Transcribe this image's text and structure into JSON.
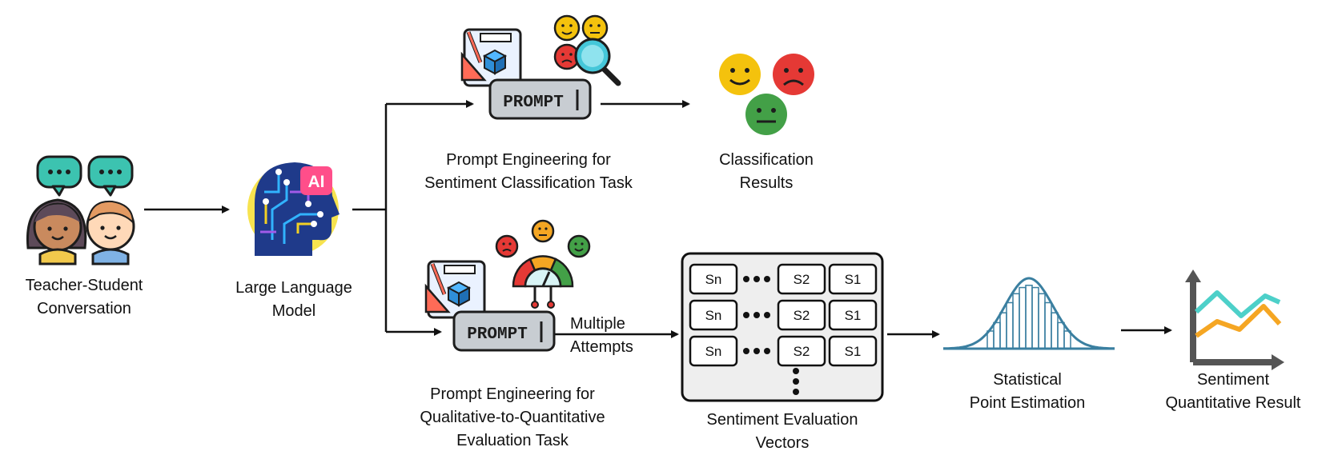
{
  "labels": {
    "conversation": [
      "Teacher-Student",
      "Conversation"
    ],
    "llm": [
      "Large Language",
      "Model"
    ],
    "prompt_classification": [
      "Prompt Engineering for",
      "Sentiment Classification Task"
    ],
    "classification_results": [
      "Classification",
      "Results"
    ],
    "prompt_evaluation": [
      "Prompt Engineering for",
      "Qualitative-to-Quantitative",
      "Evaluation Task"
    ],
    "multiple_attempts": [
      "Multiple",
      "Attempts"
    ],
    "vectors": [
      "Sentiment Evaluation",
      "Vectors"
    ],
    "statistical": [
      "Statistical",
      "Point Estimation"
    ],
    "quantitative": [
      "Sentiment",
      "Quantitative Result"
    ]
  },
  "icons": {
    "ai_badge": "AI",
    "prompt_text": "PROMPT"
  },
  "matrix": {
    "rows": [
      [
        "Sn",
        "S2",
        "S1"
      ],
      [
        "Sn",
        "S2",
        "S1"
      ],
      [
        "Sn",
        "S2",
        "S1"
      ]
    ]
  },
  "colors": {
    "happy": "#f4c20d",
    "sad": "#e53935",
    "neutral": "#43a047",
    "bell": "#3a7fa0",
    "chart_teal": "#4dd0c9",
    "chart_orange": "#f5a623",
    "chart_axis": "#555555",
    "speech": "#3cc3b0"
  }
}
